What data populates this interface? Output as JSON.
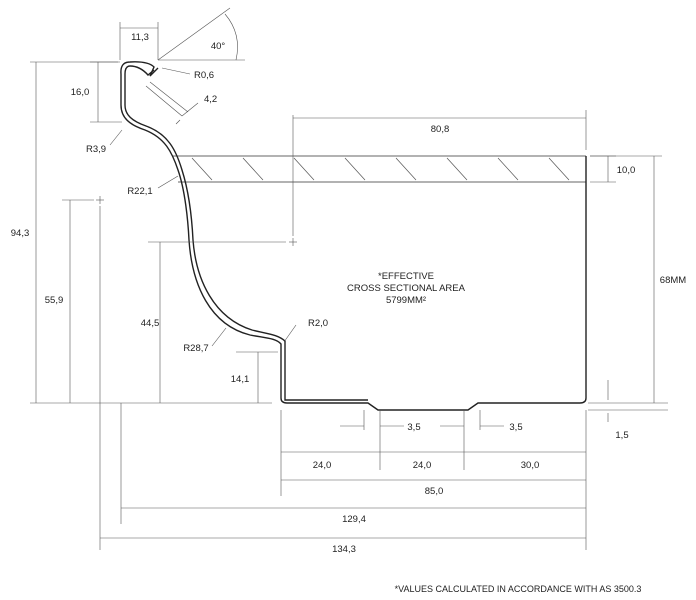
{
  "drawing": {
    "dimensions": {
      "width_top": "11,3",
      "angle": "40°",
      "lip_radius": "R0,6",
      "lip_offset": "4,2",
      "lip_height": "16,0",
      "bead_radius": "R3,9",
      "overall_height": "94,3",
      "top_radius": "R22,1",
      "opening_width": "80,8",
      "top_band": "10,0",
      "centroid_height_outer": "55,9",
      "centroid_height_inner": "44,5",
      "depth": "68MM",
      "bottom_radius": "R28,7",
      "step_radius": "R2,0",
      "step_height": "14,1",
      "groove_left": "3,5",
      "groove_right": "3,5",
      "groove_depth": "1,5",
      "base_left": "24,0",
      "base_mid": "24,0",
      "base_right": "30,0",
      "base_total": "85,0",
      "overall_width": "129,4",
      "total_width": "134,3"
    },
    "area_note": {
      "line1": "*EFFECTIVE",
      "line2": "CROSS SECTIONAL AREA",
      "line3": "5799MM²"
    },
    "footnote": "*VALUES CALCULATED IN ACCORDANCE WITH AS 3500.3"
  }
}
